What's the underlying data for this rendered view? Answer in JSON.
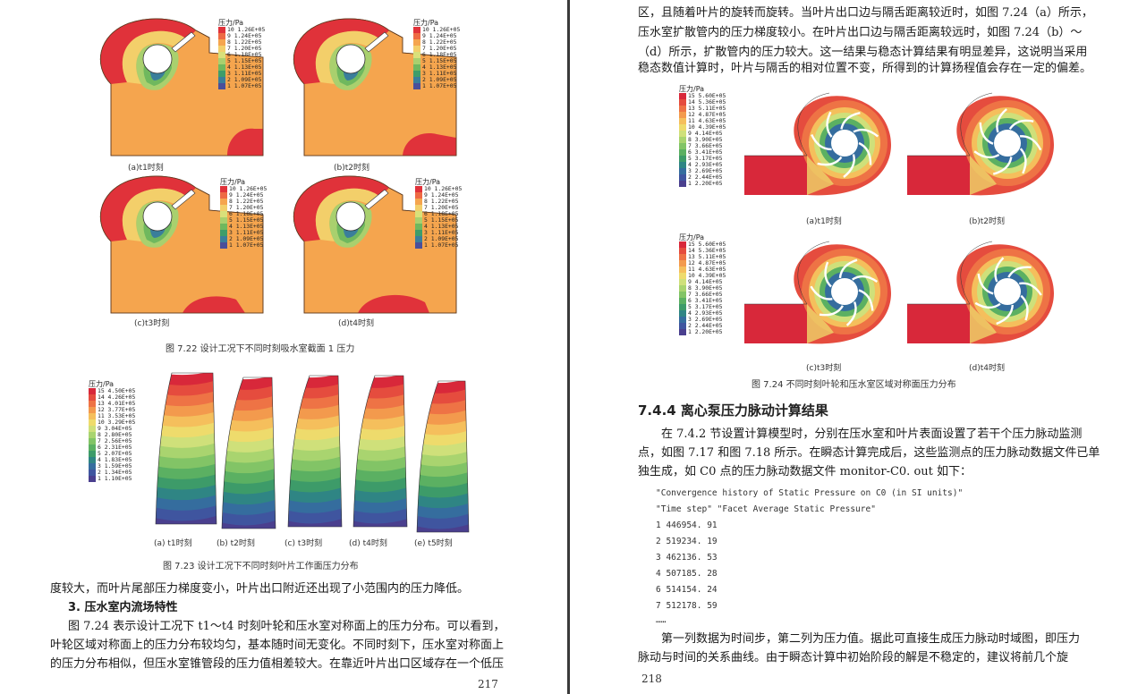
{
  "left": {
    "fig722": {
      "legend_title": "压力/Pa",
      "legend_levels": [
        {
          "n": "10",
          "v": "1.26E+05",
          "c": "#e0323a"
        },
        {
          "n": "9",
          "v": "1.24E+05",
          "c": "#ee6a44"
        },
        {
          "n": "8",
          "v": "1.22E+05",
          "c": "#f5a54e"
        },
        {
          "n": "7",
          "v": "1.20E+05",
          "c": "#f3cf6a"
        },
        {
          "n": "6",
          "v": "1.18E+05",
          "c": "#d9e07a"
        },
        {
          "n": "5",
          "v": "1.15E+05",
          "c": "#a9d06e"
        },
        {
          "n": "4",
          "v": "1.13E+05",
          "c": "#6fb85e"
        },
        {
          "n": "3",
          "v": "1.11E+05",
          "c": "#3e9d6a"
        },
        {
          "n": "2",
          "v": "1.09E+05",
          "c": "#3a7e9b"
        },
        {
          "n": "1",
          "v": "1.07E+05",
          "c": "#4a4f9a"
        }
      ],
      "subcaptions": [
        "(a)t1时刻",
        "(b)t2时刻",
        "(c)t3时刻",
        "(d)t4时刻"
      ],
      "caption": "图 7.22   设计工况下不同时刻吸水室截面 1 压力"
    },
    "fig723": {
      "legend_title": "压力/Pa",
      "legend_levels": [
        {
          "n": "15",
          "v": "4.50E+05",
          "c": "#d8283a"
        },
        {
          "n": "14",
          "v": "4.26E+05",
          "c": "#e54c3e"
        },
        {
          "n": "13",
          "v": "4.01E+05",
          "c": "#ee7345"
        },
        {
          "n": "12",
          "v": "3.77E+05",
          "c": "#f39a4d"
        },
        {
          "n": "11",
          "v": "3.53E+05",
          "c": "#f5bf5c"
        },
        {
          "n": "10",
          "v": "3.29E+05",
          "c": "#eedb6c"
        },
        {
          "n": "9",
          "v": "3.04E+05",
          "c": "#cfe07a"
        },
        {
          "n": "8",
          "v": "2.80E+05",
          "c": "#a9d46f"
        },
        {
          "n": "7",
          "v": "2.56E+05",
          "c": "#82c466"
        },
        {
          "n": "6",
          "v": "2.31E+05",
          "c": "#5bb062"
        },
        {
          "n": "5",
          "v": "2.07E+05",
          "c": "#3d9b69"
        },
        {
          "n": "4",
          "v": "1.83E+05",
          "c": "#2f8584"
        },
        {
          "n": "3",
          "v": "1.59E+05",
          "c": "#356d9e"
        },
        {
          "n": "2",
          "v": "1.34E+05",
          "c": "#3f559f"
        },
        {
          "n": "1",
          "v": "1.10E+05",
          "c": "#4a3f8e"
        }
      ],
      "subcaptions": [
        "(a) t1时刻",
        "(b) t2时刻",
        "(c) t3时刻",
        "(d) t4时刻",
        "(e) t5时刻"
      ],
      "caption": "图 7.23   设计工况下不同时刻叶片工作面压力分布"
    },
    "lines": [
      "度较大，而叶片尾部压力梯度变小，叶片出口附近还出现了小范围内的压力降低。",
      "3. 压水室内流场特性",
      "图 7.24 表示设计工况下 t1～t4 时刻叶轮和压水室对称面上的压力分布。可以看到，",
      "叶轮区域对称面上的压力分布较均匀，基本随时间无变化。不同时刻下，压水室对称面上",
      "的压力分布相似，但压水室锥管段的压力值相差较大。在靠近叶片出口区域存在一个低压"
    ],
    "page_number": "217"
  },
  "right": {
    "lines_top": [
      "区，且随着叶片的旋转而旋转。当叶片出口边与隔舌距离较近时，如图 7.24（a）所示，",
      "压水室扩散管内的压力梯度较小。在叶片出口边与隔舌距离较远时，如图 7.24（b）～",
      "（d）所示，扩散管内的压力较大。这一结果与稳态计算结果有明显差异，这说明当采用",
      "稳态数值计算时，叶片与隔舌的相对位置不变，所得到的计算扬程值会存在一定的偏差。"
    ],
    "fig724": {
      "legend_title": "压力/Pa",
      "legend_levels": [
        {
          "n": "15",
          "v": "5.60E+05",
          "c": "#d8283a"
        },
        {
          "n": "14",
          "v": "5.36E+05",
          "c": "#e54c3e"
        },
        {
          "n": "13",
          "v": "5.11E+05",
          "c": "#ee7345"
        },
        {
          "n": "12",
          "v": "4.87E+05",
          "c": "#f39a4d"
        },
        {
          "n": "11",
          "v": "4.63E+05",
          "c": "#f5bf5c"
        },
        {
          "n": "10",
          "v": "4.39E+05",
          "c": "#eedb6c"
        },
        {
          "n": "9",
          "v": "4.14E+05",
          "c": "#cfe07a"
        },
        {
          "n": "8",
          "v": "3.90E+05",
          "c": "#a9d46f"
        },
        {
          "n": "7",
          "v": "3.66E+05",
          "c": "#82c466"
        },
        {
          "n": "6",
          "v": "3.41E+05",
          "c": "#5bb062"
        },
        {
          "n": "5",
          "v": "3.17E+05",
          "c": "#3d9b69"
        },
        {
          "n": "4",
          "v": "2.93E+05",
          "c": "#2f8584"
        },
        {
          "n": "3",
          "v": "2.69E+05",
          "c": "#356d9e"
        },
        {
          "n": "2",
          "v": "2.44E+05",
          "c": "#3f559f"
        },
        {
          "n": "1",
          "v": "2.20E+05",
          "c": "#4a3f8e"
        }
      ],
      "subcaptions": [
        "(a)t1时刻",
        "(b)t2时刻",
        "(c)t3时刻",
        "(d)t4时刻"
      ],
      "caption": "图 7.24   不同时刻叶轮和压水室区域对称面压力分布"
    },
    "section_heading": "7.4.4    离心泵压力脉动计算结果",
    "lines_mid": [
      "在 7.4.2 节设置计算模型时，分别在压水室和叶片表面设置了若干个压力脉动监测",
      "点，如图 7.17 和图 7.18 所示。在瞬态计算完成后，这些监测点的压力脉动数据文件已单",
      "独生成，如 C0 点的压力脉动数据文件 monitor-C0. out 如下："
    ],
    "code_lines": [
      "\"Convergence history of Static Pressure on C0 (in SI units)\"",
      "\"Time step\" \"Facet Average Static Pressure\"",
      "1 446954. 91",
      "2 519234. 19",
      "3 462136. 53",
      "4 507185. 28",
      "6 514154. 24",
      "7 512178. 59",
      "……"
    ],
    "lines_bottom": [
      "第一列数据为时间步，第二列为压力值。据此可直接生成压力脉动时域图，即压力",
      "脉动与时间的关系曲线。由于瞬态计算中初始阶段的解是不稳定的，建议将前几个旋"
    ],
    "page_number": "218"
  }
}
